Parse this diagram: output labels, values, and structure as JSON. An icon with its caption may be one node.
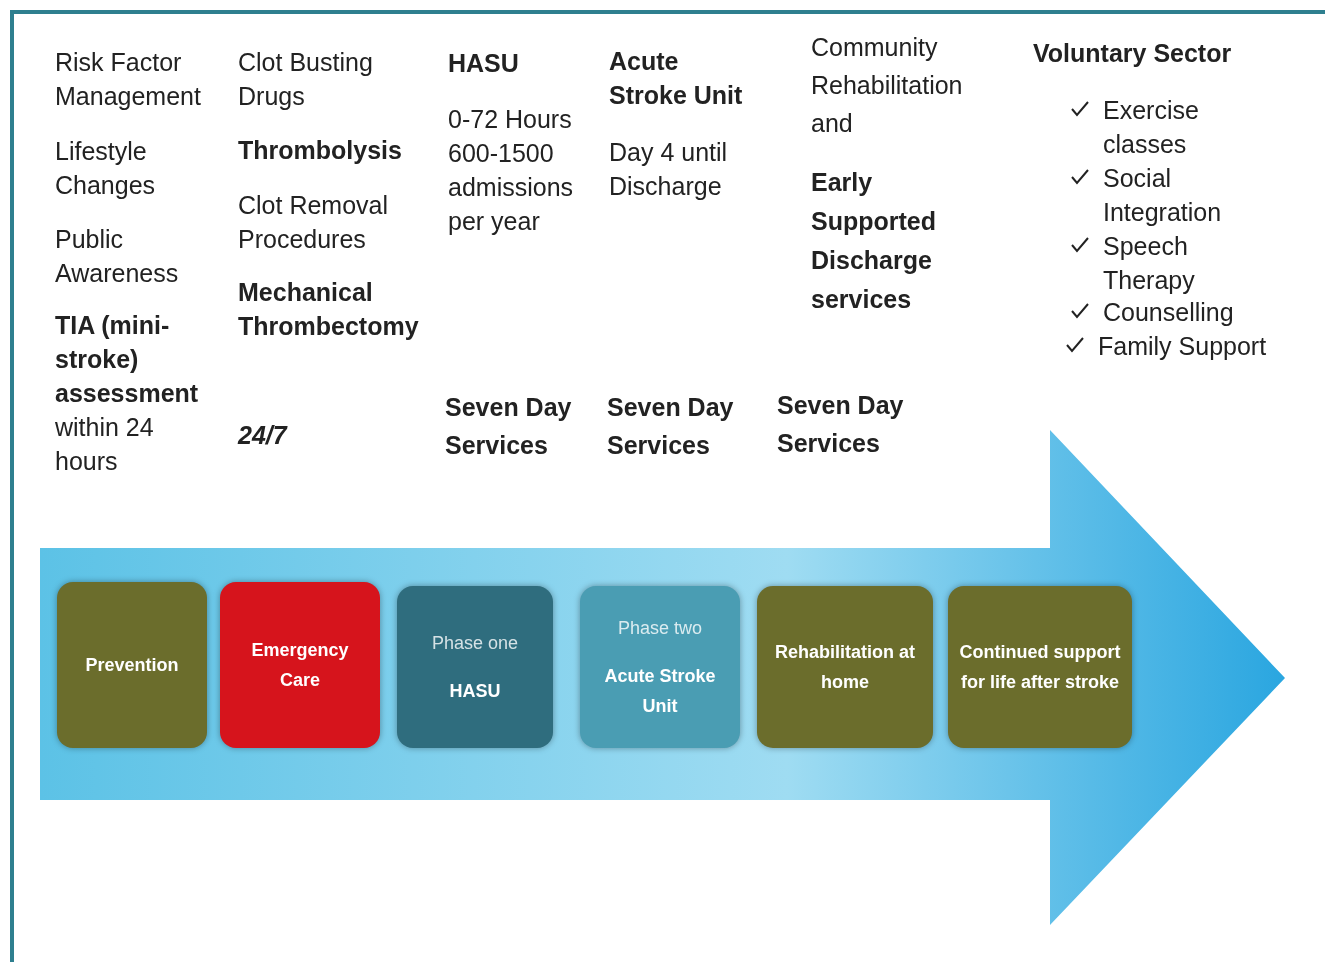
{
  "diagram": {
    "nodes": [
      {
        "text": [
          "Prevention"
        ],
        "beside": [
          "Risk Factor Management",
          "Lifestyle Changes",
          "Public Awareness",
          "**TIA (mini-stroke) assessment** within 24 hours"
        ]
      },
      {
        "text": [
          "Emergency Care"
        ],
        "beside": [
          "Clot Busting Drugs",
          "Thrombolysis",
          "Clot Removal Procedures",
          "Mechanical Thrombectomy",
          "24/7"
        ]
      },
      {
        "text": [
          "Phase one",
          "HASU"
        ],
        "beside": [
          "HASU",
          "0-72 Hours 600-1500 admissions per year"
        ]
      },
      {
        "text": [
          "Phase two",
          "Acute Stroke Unit"
        ],
        "beside": [
          "Acute Stroke Unit",
          "Day 4 until Discharge"
        ]
      },
      {
        "text": [
          "Rehabilitation at home"
        ],
        "beside": [
          "Community Rehabilitation and",
          "Early Supported Discharge services"
        ]
      },
      {
        "text": [
          "Continued support for life after stroke"
        ],
        "beside": [
          "Voluntary Sector",
          "Exercise classes",
          "Social Integration",
          "Speech Therapy",
          "Counselling",
          "Family Support"
        ]
      }
    ],
    "labels": [
      "Seven Day Services",
      "Seven Day Services",
      "Seven Day Services"
    ]
  }
}
